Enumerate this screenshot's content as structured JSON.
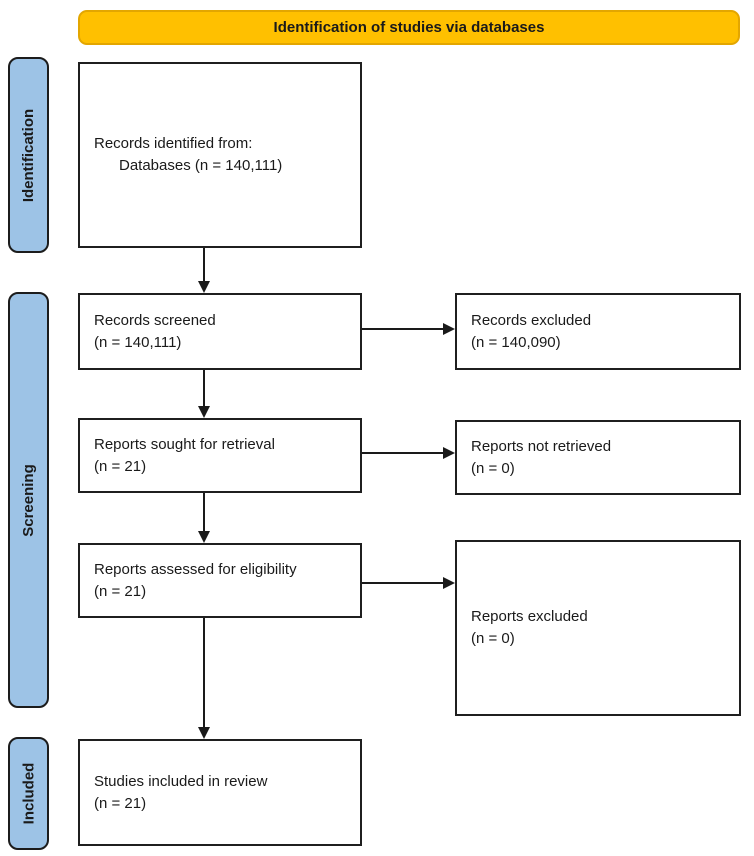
{
  "header": {
    "title": "Identification of studies via databases"
  },
  "sidebar": {
    "stages": [
      {
        "label": "Identification"
      },
      {
        "label": "Screening"
      },
      {
        "label": "Included"
      }
    ]
  },
  "flow": {
    "identified": {
      "line1": "Records identified from:",
      "line2": "Databases (n = 140,111)"
    },
    "screened": {
      "line1": "Records screened",
      "line2": "(n = 140,111)"
    },
    "sought": {
      "line1": "Reports sought for retrieval",
      "line2": "(n = 21)"
    },
    "assessed": {
      "line1": "Reports assessed for eligibility",
      "line2": "(n = 21)"
    },
    "included": {
      "line1": "Studies included in review",
      "line2": "(n = 21)"
    },
    "records_excluded": {
      "line1": "Records excluded",
      "line2": "(n = 140,090)"
    },
    "not_retrieved": {
      "line1": "Reports not retrieved",
      "line2": "(n = 0)"
    },
    "reports_excluded": {
      "line1": "Reports excluded",
      "line2": "(n = 0)"
    }
  },
  "colors": {
    "header_fill": "#FFC000",
    "header_border": "#E3A600",
    "sidebar_fill": "#9DC3E6",
    "box_border": "#1f1f1f",
    "arrow": "#1a1a1a",
    "text": "#1a1a1a"
  }
}
